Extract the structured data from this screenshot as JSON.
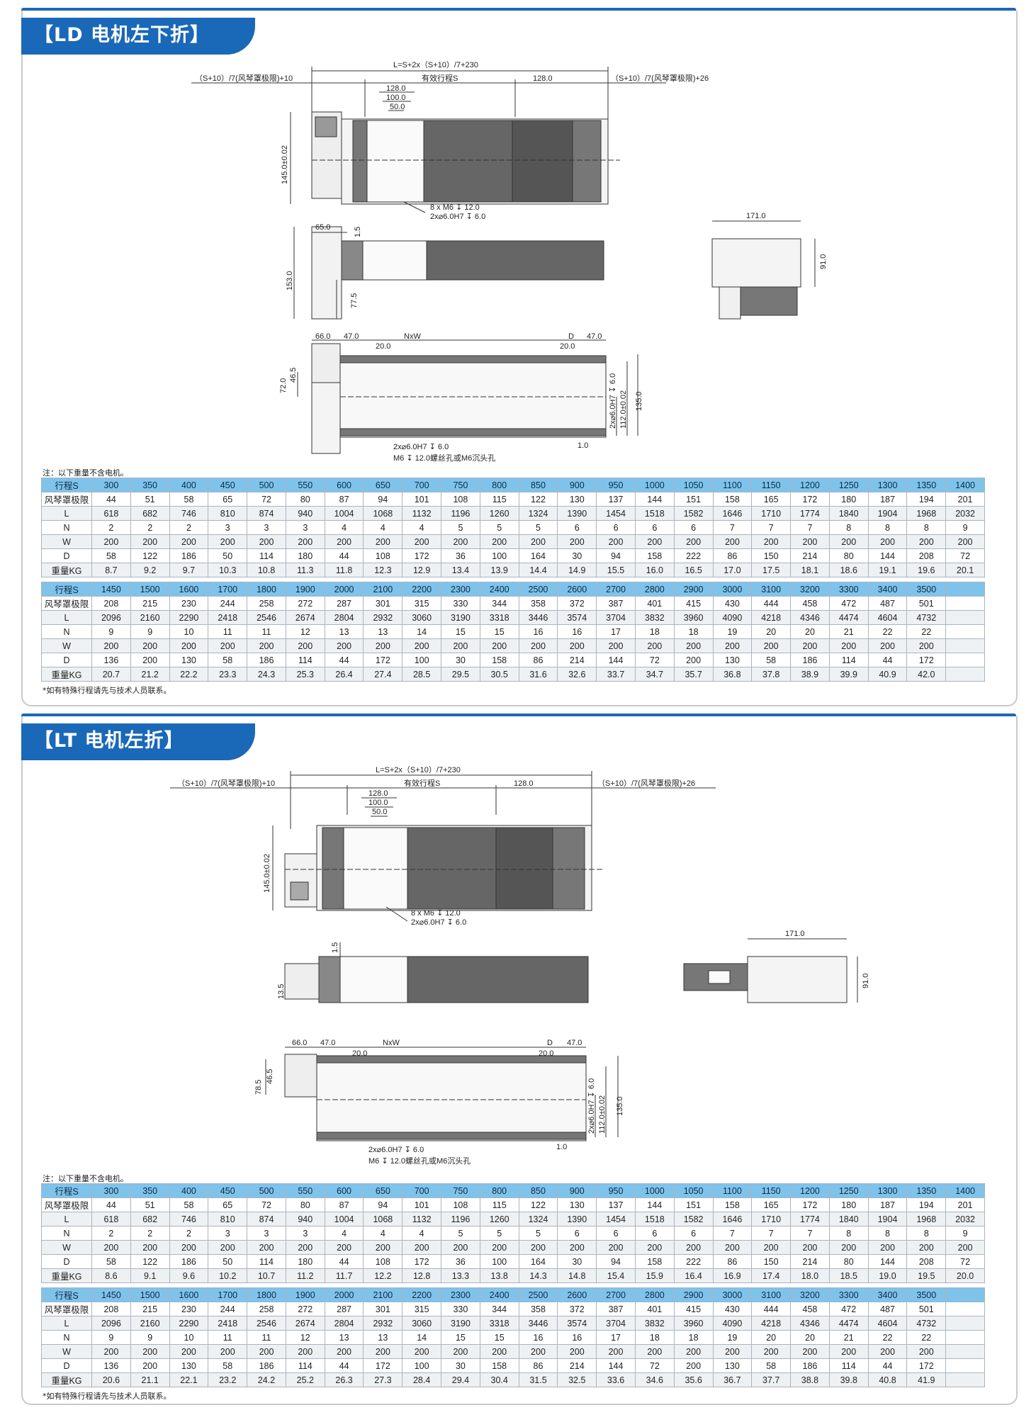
{
  "sections": [
    {
      "title": "【LD  电机左下折】",
      "dims": {
        "L_formula": "L=S+2x（S+10）/7+230",
        "left_bellow": "（S+10）/7(风琴罩极限)+10",
        "effective_stroke": "有效行程S",
        "right_bellow": "（S+10）/7(风琴罩极限)+26",
        "d128": "128.0",
        "d100": "100.0",
        "d50": "50.0",
        "h145": "145.0±0.02",
        "m6": "8 x M6 ↧ 12.0",
        "pin": "2x⌀6.0H7 ↧ 6.0",
        "d65": "65.0",
        "d15": "1.5",
        "d153": "153.0",
        "d775": "77.5",
        "d171": "171.0",
        "d91": "91.0",
        "d66": "66.0",
        "d47": "47.0",
        "d20": "20.0",
        "nxw": "NxW",
        "D": "D",
        "d72": "72.0",
        "d465": "46.5",
        "pin2": "2x⌀6.0H7 ↧ 6.0",
        "d112": "112.0±0.02",
        "d135": "135.0",
        "d10": "1.0",
        "pin_bottom": "2x⌀6.0H7 ↧ 6.0",
        "m6_bottom": "M6 ↧ 12.0螺丝孔或M6沉头孔"
      },
      "note_top": "注：以下重量不含电机。",
      "note_bottom": "*如有特殊行程请先与技术人员联系。",
      "table1": {
        "labels": [
          "行程S",
          "风琴罩极限",
          "L",
          "N",
          "W",
          "D",
          "重量KG"
        ],
        "rows": [
          [
            "300",
            "350",
            "400",
            "450",
            "500",
            "550",
            "600",
            "650",
            "700",
            "750",
            "800",
            "850",
            "900",
            "950",
            "1000",
            "1050",
            "1100",
            "1150",
            "1200",
            "1250",
            "1300",
            "1350",
            "1400"
          ],
          [
            "44",
            "51",
            "58",
            "65",
            "72",
            "80",
            "87",
            "94",
            "101",
            "108",
            "115",
            "122",
            "130",
            "137",
            "144",
            "151",
            "158",
            "165",
            "172",
            "180",
            "187",
            "194",
            "201"
          ],
          [
            "618",
            "682",
            "746",
            "810",
            "874",
            "940",
            "1004",
            "1068",
            "1132",
            "1196",
            "1260",
            "1324",
            "1390",
            "1454",
            "1518",
            "1582",
            "1646",
            "1710",
            "1774",
            "1840",
            "1904",
            "1968",
            "2032"
          ],
          [
            "2",
            "2",
            "2",
            "3",
            "3",
            "3",
            "4",
            "4",
            "4",
            "5",
            "5",
            "5",
            "6",
            "6",
            "6",
            "6",
            "7",
            "7",
            "7",
            "8",
            "8",
            "8",
            "9"
          ],
          [
            "200",
            "200",
            "200",
            "200",
            "200",
            "200",
            "200",
            "200",
            "200",
            "200",
            "200",
            "200",
            "200",
            "200",
            "200",
            "200",
            "200",
            "200",
            "200",
            "200",
            "200",
            "200",
            "200"
          ],
          [
            "58",
            "122",
            "186",
            "50",
            "114",
            "180",
            "44",
            "108",
            "172",
            "36",
            "100",
            "164",
            "30",
            "94",
            "158",
            "222",
            "86",
            "150",
            "214",
            "80",
            "144",
            "208",
            "72"
          ],
          [
            "8.7",
            "9.2",
            "9.7",
            "10.3",
            "10.8",
            "11.3",
            "11.8",
            "12.3",
            "12.9",
            "13.4",
            "13.9",
            "14.4",
            "14.9",
            "15.5",
            "16.0",
            "16.5",
            "17.0",
            "17.5",
            "18.1",
            "18.6",
            "19.1",
            "19.6",
            "20.1"
          ]
        ]
      },
      "table2": {
        "labels": [
          "行程S",
          "风琴罩极限",
          "L",
          "N",
          "W",
          "D",
          "重量KG"
        ],
        "rows": [
          [
            "1450",
            "1500",
            "1600",
            "1700",
            "1800",
            "1900",
            "2000",
            "2100",
            "2200",
            "2300",
            "2400",
            "2500",
            "2600",
            "2700",
            "2800",
            "2900",
            "3000",
            "3100",
            "3200",
            "3300",
            "3400",
            "3500",
            ""
          ],
          [
            "208",
            "215",
            "230",
            "244",
            "258",
            "272",
            "287",
            "301",
            "315",
            "330",
            "344",
            "358",
            "372",
            "387",
            "401",
            "415",
            "430",
            "444",
            "458",
            "472",
            "487",
            "501",
            ""
          ],
          [
            "2096",
            "2160",
            "2290",
            "2418",
            "2546",
            "2674",
            "2804",
            "2932",
            "3060",
            "3190",
            "3318",
            "3446",
            "3574",
            "3704",
            "3832",
            "3960",
            "4090",
            "4218",
            "4346",
            "4474",
            "4604",
            "4732",
            ""
          ],
          [
            "9",
            "9",
            "10",
            "11",
            "11",
            "12",
            "13",
            "13",
            "14",
            "15",
            "15",
            "16",
            "16",
            "17",
            "18",
            "18",
            "19",
            "20",
            "20",
            "21",
            "22",
            "22",
            ""
          ],
          [
            "200",
            "200",
            "200",
            "200",
            "200",
            "200",
            "200",
            "200",
            "200",
            "200",
            "200",
            "200",
            "200",
            "200",
            "200",
            "200",
            "200",
            "200",
            "200",
            "200",
            "200",
            "200",
            ""
          ],
          [
            "136",
            "200",
            "130",
            "58",
            "186",
            "114",
            "44",
            "172",
            "100",
            "30",
            "158",
            "86",
            "214",
            "144",
            "72",
            "200",
            "130",
            "58",
            "186",
            "114",
            "44",
            "172",
            ""
          ],
          [
            "20.7",
            "21.2",
            "22.2",
            "23.3",
            "24.3",
            "25.3",
            "26.4",
            "27.4",
            "28.5",
            "29.5",
            "30.5",
            "31.6",
            "32.6",
            "33.7",
            "34.7",
            "35.7",
            "36.8",
            "37.8",
            "38.9",
            "39.9",
            "40.9",
            "42.0",
            ""
          ]
        ]
      }
    },
    {
      "title": "【LT  电机左折】",
      "dims": {
        "L_formula": "L=S+2x（S+10）/7+230",
        "left_bellow": "（S+10）/7(风琴罩极限)+10",
        "effective_stroke": "有效行程S",
        "right_bellow": "（S+10）/7(风琴罩极限)+26",
        "d128": "128.0",
        "d100": "100.0",
        "d50": "50.0",
        "h145": "145.0±0.02",
        "m6": "8 x M6 ↧ 12.0",
        "pin": "2x⌀6.0H7 ↧ 6.0",
        "d15": "1.5",
        "d135s": "13.5",
        "d171": "171.0",
        "d91": "91.0",
        "d66": "66.0",
        "d47": "47.0",
        "d20": "20.0",
        "nxw": "NxW",
        "D": "D",
        "d785": "78.5",
        "d465": "46.5",
        "pin2": "2x⌀6.0H7 ↧ 6.0",
        "d112": "112.0±0.02",
        "d135": "135.0",
        "d10": "1.0",
        "pin_bottom": "2x⌀6.0H7 ↧ 6.0",
        "m6_bottom": "M6 ↧ 12.0螺丝孔或M6沉头孔"
      },
      "note_top": "注：以下重量不含电机。",
      "note_bottom": "*如有特殊行程请先与技术人员联系。",
      "table1": {
        "labels": [
          "行程S",
          "风琴罩极限",
          "L",
          "N",
          "W",
          "D",
          "重量KG"
        ],
        "rows": [
          [
            "300",
            "350",
            "400",
            "450",
            "500",
            "550",
            "600",
            "650",
            "700",
            "750",
            "800",
            "850",
            "900",
            "950",
            "1000",
            "1050",
            "1100",
            "1150",
            "1200",
            "1250",
            "1300",
            "1350",
            "1400"
          ],
          [
            "44",
            "51",
            "58",
            "65",
            "72",
            "80",
            "87",
            "94",
            "101",
            "108",
            "115",
            "122",
            "130",
            "137",
            "144",
            "151",
            "158",
            "165",
            "172",
            "180",
            "187",
            "194",
            "201"
          ],
          [
            "618",
            "682",
            "746",
            "810",
            "874",
            "940",
            "1004",
            "1068",
            "1132",
            "1196",
            "1260",
            "1324",
            "1390",
            "1454",
            "1518",
            "1582",
            "1646",
            "1710",
            "1774",
            "1840",
            "1904",
            "1968",
            "2032"
          ],
          [
            "2",
            "2",
            "2",
            "3",
            "3",
            "3",
            "4",
            "4",
            "4",
            "5",
            "5",
            "5",
            "6",
            "6",
            "6",
            "6",
            "7",
            "7",
            "7",
            "8",
            "8",
            "8",
            "9"
          ],
          [
            "200",
            "200",
            "200",
            "200",
            "200",
            "200",
            "200",
            "200",
            "200",
            "200",
            "200",
            "200",
            "200",
            "200",
            "200",
            "200",
            "200",
            "200",
            "200",
            "200",
            "200",
            "200",
            "200"
          ],
          [
            "58",
            "122",
            "186",
            "50",
            "114",
            "180",
            "44",
            "108",
            "172",
            "36",
            "100",
            "164",
            "30",
            "94",
            "158",
            "222",
            "86",
            "150",
            "214",
            "80",
            "144",
            "208",
            "72"
          ],
          [
            "8.6",
            "9.1",
            "9.6",
            "10.2",
            "10.7",
            "11.2",
            "11.7",
            "12.2",
            "12.8",
            "13.3",
            "13.8",
            "14.3",
            "14.8",
            "15.4",
            "15.9",
            "16.4",
            "16.9",
            "17.4",
            "18.0",
            "18.5",
            "19.0",
            "19.5",
            "20.0"
          ]
        ]
      },
      "table2": {
        "labels": [
          "行程S",
          "风琴罩极限",
          "L",
          "N",
          "W",
          "D",
          "重量KG"
        ],
        "rows": [
          [
            "1450",
            "1500",
            "1600",
            "1700",
            "1800",
            "1900",
            "2000",
            "2100",
            "2200",
            "2300",
            "2400",
            "2500",
            "2600",
            "2700",
            "2800",
            "2900",
            "3000",
            "3100",
            "3200",
            "3300",
            "3400",
            "3500",
            ""
          ],
          [
            "208",
            "215",
            "230",
            "244",
            "258",
            "272",
            "287",
            "301",
            "315",
            "330",
            "344",
            "358",
            "372",
            "387",
            "401",
            "415",
            "430",
            "444",
            "458",
            "472",
            "487",
            "501",
            ""
          ],
          [
            "2096",
            "2160",
            "2290",
            "2418",
            "2546",
            "2674",
            "2804",
            "2932",
            "3060",
            "3190",
            "3318",
            "3446",
            "3574",
            "3704",
            "3832",
            "3960",
            "4090",
            "4218",
            "4346",
            "4474",
            "4604",
            "4732",
            ""
          ],
          [
            "9",
            "9",
            "10",
            "11",
            "11",
            "12",
            "13",
            "13",
            "14",
            "15",
            "15",
            "16",
            "16",
            "17",
            "18",
            "18",
            "19",
            "20",
            "20",
            "21",
            "22",
            "22",
            ""
          ],
          [
            "200",
            "200",
            "200",
            "200",
            "200",
            "200",
            "200",
            "200",
            "200",
            "200",
            "200",
            "200",
            "200",
            "200",
            "200",
            "200",
            "200",
            "200",
            "200",
            "200",
            "200",
            "200",
            ""
          ],
          [
            "136",
            "200",
            "130",
            "58",
            "186",
            "114",
            "44",
            "172",
            "100",
            "30",
            "158",
            "86",
            "214",
            "144",
            "72",
            "200",
            "130",
            "58",
            "186",
            "114",
            "44",
            "172",
            ""
          ],
          [
            "20.6",
            "21.1",
            "22.1",
            "23.2",
            "24.2",
            "25.2",
            "26.3",
            "27.3",
            "28.4",
            "29.4",
            "30.4",
            "31.5",
            "32.5",
            "33.6",
            "34.6",
            "35.6",
            "36.7",
            "37.7",
            "38.8",
            "39.8",
            "40.8",
            "41.9",
            ""
          ]
        ]
      }
    }
  ],
  "colors": {
    "brand_blue": "#1a68b8",
    "header_row": "#7fc3ea",
    "alt_row": "#eef1f3"
  }
}
